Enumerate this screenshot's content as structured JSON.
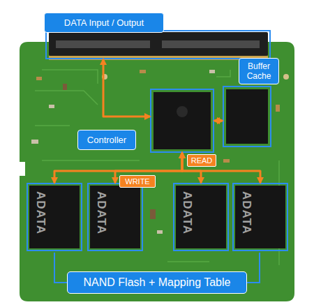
{
  "diagram": {
    "nodes": [
      {
        "text": [
          "DATA Input / Output"
        ]
      },
      {
        "text": [
          "Buffer Cache"
        ]
      },
      {
        "text": [
          "Controller"
        ]
      },
      {
        "text": [
          "ADATA"
        ]
      },
      {
        "text": [
          "ADATA"
        ]
      },
      {
        "text": [
          "ADATA"
        ]
      },
      {
        "text": [
          "ADATA"
        ]
      }
    ],
    "edges": [
      {
        "from": 0,
        "to": 2,
        "arrow": "both"
      },
      {
        "from": 2,
        "to": 1,
        "arrow": "both"
      },
      {
        "from": 2,
        "to": 3,
        "arrow": "both"
      },
      {
        "from": 2,
        "to": 4,
        "arrow": "both"
      },
      {
        "from": 2,
        "to": 5,
        "arrow": "both"
      },
      {
        "from": 2,
        "to": 6,
        "arrow": "both"
      }
    ],
    "labels": [
      "READ",
      "WRITE",
      "NAND Flash + Mapping Table"
    ]
  }
}
